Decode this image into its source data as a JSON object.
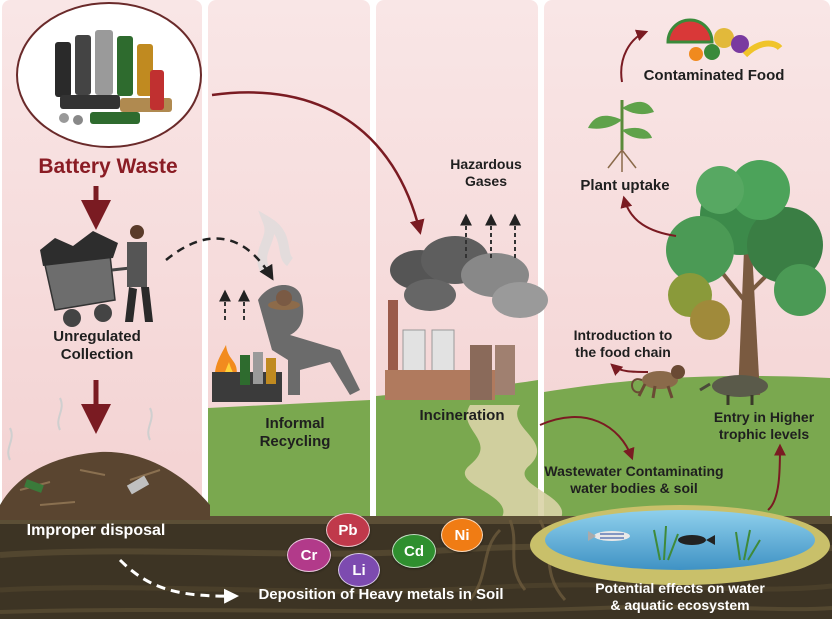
{
  "labels": {
    "battery_waste": "Battery Waste",
    "unregulated_collection": "Unregulated\nCollection",
    "informal_recycling": "Informal\nRecycling",
    "hazardous_gases": "Hazardous\nGases",
    "incineration": "Incineration",
    "contaminated_food": "Contaminated Food",
    "plant_uptake": "Plant uptake",
    "food_chain": "Introduction to\nthe food chain",
    "higher_trophic": "Entry in Higher\ntrophic levels",
    "wastewater": "Wastewater Contaminating\nwater bodies & soil",
    "improper_disposal": "Improper disposal",
    "deposition": "Deposition of Heavy metals in Soil",
    "aquatic": "Potential effects on water\n& aquatic ecosystem"
  },
  "metals": [
    {
      "symbol": "Pb",
      "color": "#c0394b"
    },
    {
      "symbol": "Cr",
      "color": "#b23a8a"
    },
    {
      "symbol": "Li",
      "color": "#7d4bb0"
    },
    {
      "symbol": "Cd",
      "color": "#2f8f2f"
    },
    {
      "symbol": "Ni",
      "color": "#f07c14"
    }
  ],
  "colors": {
    "arrow": "#7a1b22",
    "panel": "#f6dede",
    "grass": "#7aa84f",
    "soil": "#3d3424",
    "water": "#5fb0d8"
  }
}
